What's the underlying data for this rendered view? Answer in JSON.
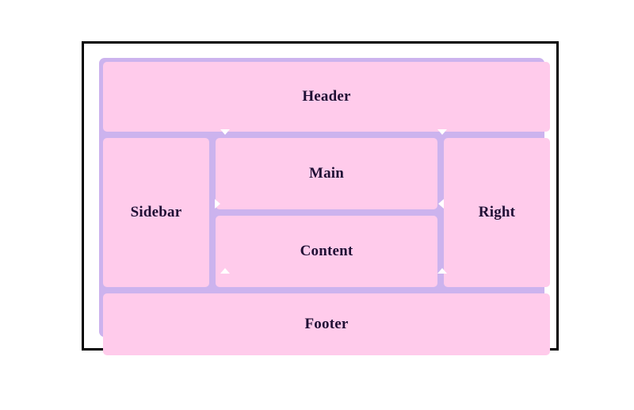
{
  "page": {
    "title": "CSS Grid Layout Demo",
    "background_color": "#ffffff"
  },
  "frame": {
    "border_color": "#000000",
    "background_color": "#ffffff"
  },
  "grid": {
    "gap_color": "#ccb3ee",
    "cell_color": "#ffcbeb",
    "text_color": "#201035",
    "columns": 3,
    "rows": 4,
    "areas": [
      {
        "key": "header",
        "label": "Header",
        "column_span": "1 / 4",
        "row_span": "1 / 2"
      },
      {
        "key": "sidebar",
        "label": "Sidebar",
        "column_span": "1 / 2",
        "row_span": "2 / 4"
      },
      {
        "key": "main",
        "label": "Main",
        "column_span": "2 / 3",
        "row_span": "2 / 3"
      },
      {
        "key": "content",
        "label": "Content",
        "column_span": "2 / 3",
        "row_span": "3 / 4"
      },
      {
        "key": "right",
        "label": "Right",
        "column_span": "3 / 4",
        "row_span": "2 / 4"
      },
      {
        "key": "footer",
        "label": "Footer",
        "column_span": "1 / 4",
        "row_span": "4 / 5"
      }
    ],
    "markers": [
      {
        "key": "col1-top",
        "direction": "down",
        "icon": "triangle-down-icon"
      },
      {
        "key": "col1-bottom",
        "direction": "up",
        "icon": "triangle-up-icon"
      },
      {
        "key": "col2-top",
        "direction": "down",
        "icon": "triangle-down-icon"
      },
      {
        "key": "col2-bottom",
        "direction": "up",
        "icon": "triangle-up-icon"
      },
      {
        "key": "row-left",
        "direction": "right",
        "icon": "triangle-right-icon"
      },
      {
        "key": "row-right",
        "direction": "left",
        "icon": "triangle-left-icon"
      }
    ]
  }
}
